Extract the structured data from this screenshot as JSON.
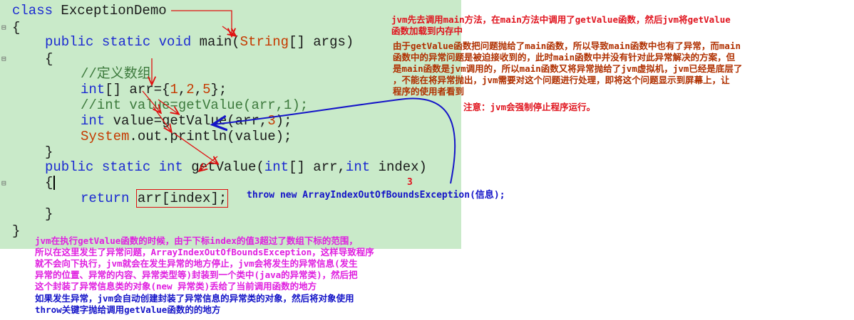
{
  "code": {
    "line1": {
      "kw": "class",
      "rest": " ExceptionDemo"
    },
    "line2": "{",
    "line3": {
      "kw1": "public static void",
      "name": " main(",
      "type": "String",
      "rest": "[] args)"
    },
    "line4": "{",
    "line5": "//定义数组",
    "line6": {
      "kw": "int",
      "a": "[] arr={",
      "n1": "1",
      "c1": ",",
      "n2": "2",
      "c2": ",",
      "n3": "5",
      "b": "};"
    },
    "line7": "//int value=getValue(arr,1);",
    "line8": {
      "kw": "int",
      "a": " value=getValue(arr,",
      "n": "3",
      "b": ");"
    },
    "line9": {
      "sys": "System",
      "rest": ".out.println(value);"
    },
    "line10": "}",
    "line11": {
      "kw": "public static int",
      "a": " getValue(",
      "kw2": "int",
      "b": "[] arr,",
      "kw3": "int",
      "c": " index)"
    },
    "line12": "{",
    "line13": {
      "kw": "return",
      "boxed": "arr[index];"
    },
    "line14": "}",
    "line15": "}"
  },
  "fold_markers": [
    "⊟",
    "⊟",
    "⊟"
  ],
  "annotations": {
    "top_red": "jvm先去调用main方法，在main方法中调用了getValue函数，然后jvm将getValue\n函数加载到内存中",
    "right_maroon": "由于getValue函数把问题抛给了main函数，所以导致main函数中也有了异常，而main\n函数中的异常问题是被迫接收到的，此时main函数中并没有针对此异常解决的方案，但\n是main函数是jvm调用的，所以main函数又将异常抛给了jvm虚拟机，jvm已经是底层了\n，不能在将异常抛出，jvm需要对这个问题进行处理，即将这个问题显示到屏幕上，让\n程序的使用者看到",
    "right_red_note": "注意：jvm会强制停止程序运行。",
    "number_three": "3",
    "throw_line": "throw new ArrayIndexOutOfBoundsException(信息);",
    "bottom_magenta": "jvm在执行getValue函数的时候，由于下标index的值3超过了数组下标的范围，\n所以在这里发生了异常问题，ArrayIndexOutOfBoundsException，这样导致程序\n就不会向下执行，jvm就会在发生异常的地方停止，jvm会将发生的异常信息(发生\n异常的位置、异常的内容、异常类型等)封装到一个类中(java的异常类)，然后把\n这个封装了异常信息类的对象(new 异常类)丢给了当前调用函数的地方",
    "bottom_blue": "如果发生异常，jvm会自动创建封装了异常信息的异常类的对象，然后将对象使用\nthrow关键字抛给调用getValue函数的的地方"
  },
  "colors": {
    "code_background": "#c9eac9",
    "keyword": "#1c2bd1",
    "literal": "#c53a00",
    "comment": "#3d7a3d",
    "annotation_red": "#e0141e",
    "annotation_maroon": "#b03000",
    "annotation_magenta": "#e020e0",
    "annotation_blue": "#1414c8"
  }
}
